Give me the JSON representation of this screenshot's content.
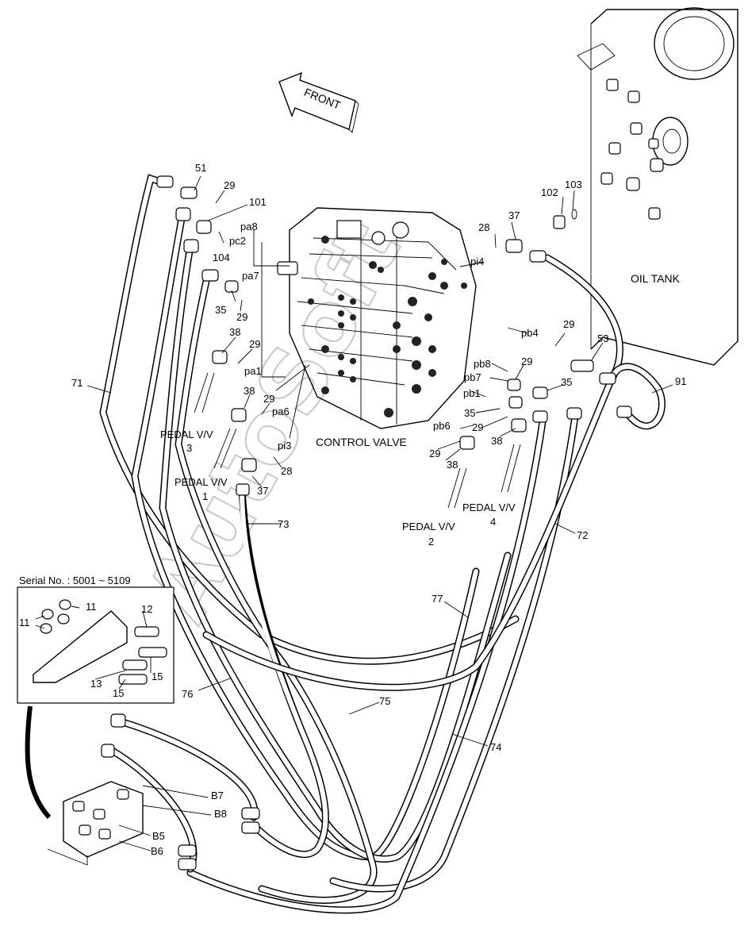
{
  "diagram": {
    "front_label": "FRONT",
    "oil_tank_label": "OIL TANK",
    "control_valve_label": "CONTROL VALVE",
    "watermark": "AutoSoft",
    "inset_title": "Serial No. : 5001 ~ 5109",
    "pedal_labels": [
      {
        "line1": "PEDAL V/V",
        "line2": "3"
      },
      {
        "line1": "PEDAL V/V",
        "line2": "1"
      },
      {
        "line1": "PEDAL V/V",
        "line2": "2"
      },
      {
        "line1": "PEDAL V/V",
        "line2": "4"
      }
    ],
    "port_labels": [
      "pa8",
      "pc2",
      "pa7",
      "pa1",
      "pa6",
      "pi3",
      "pi4",
      "pb4",
      "pb8",
      "pb7",
      "pb1",
      "pb6",
      "B7",
      "B8",
      "B5",
      "B6"
    ],
    "part_numbers": [
      "51",
      "29",
      "101",
      "104",
      "35",
      "29",
      "38",
      "29",
      "38",
      "29",
      "28",
      "37",
      "73",
      "71",
      "28",
      "37",
      "102",
      "103",
      "29",
      "53",
      "91",
      "29",
      "35",
      "35",
      "29",
      "38",
      "29",
      "38",
      "72",
      "77",
      "76",
      "75",
      "74",
      "11",
      "11",
      "12",
      "13",
      "15",
      "15"
    ]
  }
}
